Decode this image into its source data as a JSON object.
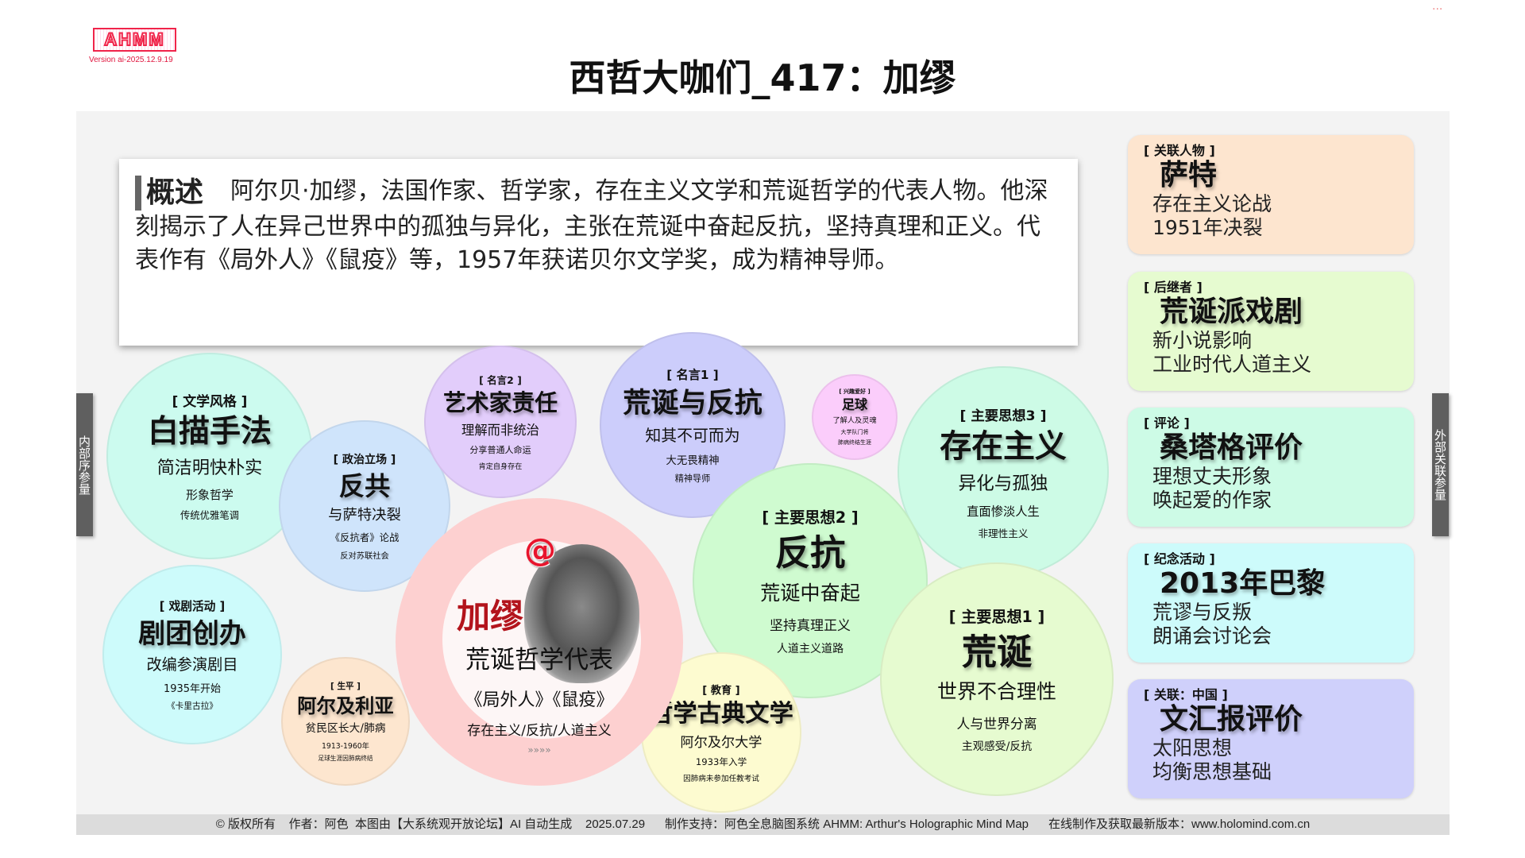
{
  "logo": {
    "text": "AHMM",
    "version": "Version ai-2025.12.9.19"
  },
  "menu_dots": "···",
  "title": "西哲大咖们_417：加缪",
  "summary": {
    "heading": "概述",
    "text": "阿尔贝·加缪，法国作家、哲学家，存在主义文学和荒诞哲学的代表人物。他深刻揭示了人在异己世界中的孤独与异化，主张在荒诞中奋起反抗，坚持真理和正义。代表作有《局外人》《鼠疫》等，1957年获诺贝尔文学奖，成为精神导师。"
  },
  "side_tabs": {
    "left": "内部序参量",
    "right": "外部关联参量"
  },
  "center": {
    "at": "@",
    "name": "加缪",
    "subtitle": "荒诞哲学代表",
    "works": "《局外人》《鼠疫》",
    "keywords": "存在主义/反抗/人道主义",
    "more": "»»»»"
  },
  "circles": [
    {
      "tag": "[ 文学风格 ]",
      "title": "白描手法",
      "l1": "简洁明快朴实",
      "l2": "形象哲学",
      "l3": "传统优雅笔调",
      "color": "#ccfbef"
    },
    {
      "tag": "[ 政治立场 ]",
      "title": "反共",
      "l1": "与萨特决裂",
      "l2": "《反抗者》论战",
      "l3": "反对苏联社会",
      "color": "#cfe4fb"
    },
    {
      "tag": "[ 名言2 ]",
      "title": "艺术家责任",
      "l1": "理解而非统治",
      "l2": "分享普通人命运",
      "l3": "肯定自身存在",
      "color": "#e2cdfb"
    },
    {
      "tag": "[ 名言1 ]",
      "title": "荒诞与反抗",
      "l1": "知其不可而为",
      "l2": "大无畏精神",
      "l3": "精神导师",
      "color": "#cccdfb"
    },
    {
      "tag": "[ 兴趣爱好 ]",
      "title": "足球",
      "l1": "了解人及灵魂",
      "l2": "大学队门将",
      "l3": "肺病终结生涯",
      "color": "#fbcdfb"
    },
    {
      "tag": "[ 主要思想3 ]",
      "title": "存在主义",
      "l1": "异化与孤独",
      "l2": "直面惨淡人生",
      "l3": "非理性主义",
      "color": "#cdfbe6"
    },
    {
      "tag": "[ 主要思想2 ]",
      "title": "反抗",
      "l1": "荒诞中奋起",
      "l2": "坚持真理正义",
      "l3": "人道主义道路",
      "color": "#cffbd0"
    },
    {
      "tag": "[ 主要思想1 ]",
      "title": "荒诞",
      "l1": "世界不合理性",
      "l2": "人与世界分离",
      "l3": "主观感受/反抗",
      "color": "#e6fbd0"
    },
    {
      "tag": "[ 戏剧活动 ]",
      "title": "剧团创办",
      "l1": "改编参演剧目",
      "l2": "1935年开始",
      "l3": "《卡里古拉》",
      "color": "#cdfbfb"
    },
    {
      "tag": "[ 生平 ]",
      "title": "阿尔及利亚",
      "l1": "贫民区长大/肺病",
      "l2": "1913-1960年",
      "l3": "足球生涯因肺病终结",
      "color": "#fde6cf"
    },
    {
      "tag": "[ 教育 ]",
      "title": "哲学古典文学",
      "l1": "阿尔及尔大学",
      "l2": "1933年入学",
      "l3": "因肺病未参加任教考试",
      "color": "#fdfbd0"
    }
  ],
  "cards": [
    {
      "tag": "[ 关联人物 ]",
      "title": "萨特",
      "l1": "存在主义论战",
      "l2": "1951年决裂",
      "color": "#fde5cf"
    },
    {
      "tag": "[ 后继者 ]",
      "title": "荒诞派戏剧",
      "l1": "新小说影响",
      "l2": "工业时代人道主义",
      "color": "#e6fbd0"
    },
    {
      "tag": "[ 评论 ]",
      "title": "桑塔格评价",
      "l1": "理想丈夫形象",
      "l2": "唤起爱的作家",
      "color": "#cdfbe6"
    },
    {
      "tag": "[ 纪念活动 ]",
      "title": "2013年巴黎",
      "l1": "荒谬与反叛",
      "l2": "朗诵会讨论会",
      "color": "#cdfbfb"
    },
    {
      "tag": "[ 关联：中国 ]",
      "title": "文汇报评价",
      "l1": "太阳思想",
      "l2": "均衡思想基础",
      "color": "#cfd0fb"
    }
  ],
  "footer": "© 版权所有    作者：阿色  本图由【大系统观开放论坛】AI 自动生成    2025.07.29      制作支持：阿色全息脑图系统 AHMM: Arthur's Holographic Mind Map      在线制作及获取最新版本：www.holomind.com.cn"
}
